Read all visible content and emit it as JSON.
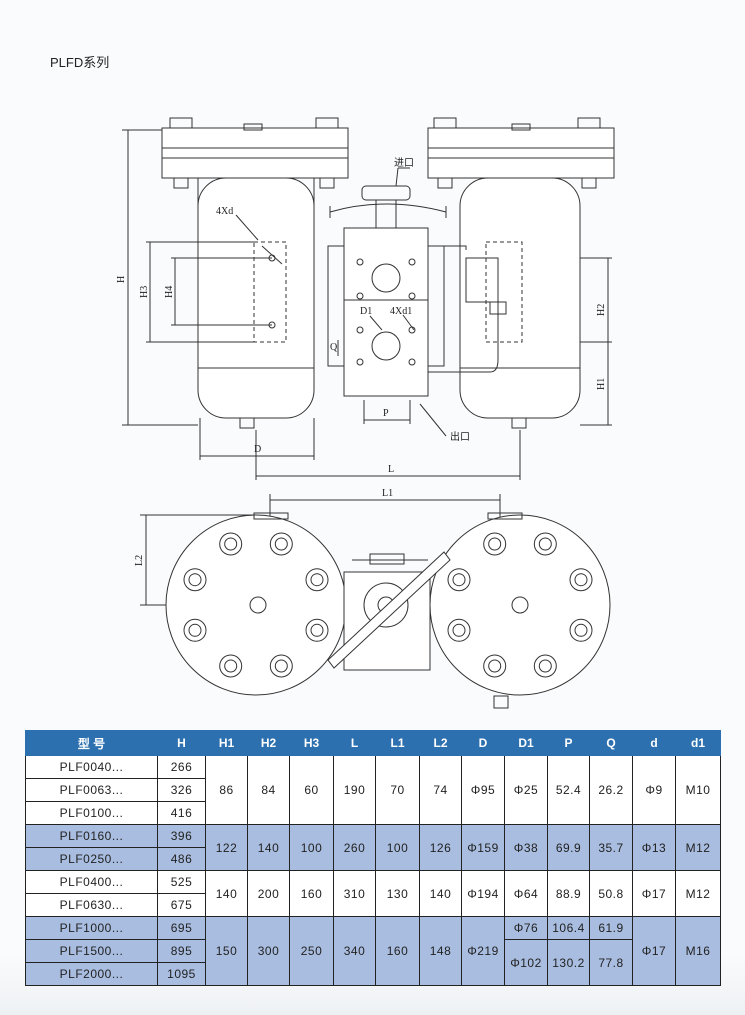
{
  "title": "PLFD系列",
  "drawing_labels": {
    "inlet": "进口",
    "outlet": "出口",
    "hole4xd": "4Xd",
    "hole4xd1": "4Xd1",
    "D1": "D1",
    "Q": "Q",
    "P": "P",
    "H": "H",
    "H1": "H1",
    "H2": "H2",
    "H3": "H3",
    "H4": "H4",
    "D": "D",
    "L": "L",
    "L1": "L1",
    "L2": "L2"
  },
  "table": {
    "headers": [
      "型 号",
      "H",
      "H1",
      "H2",
      "H3",
      "L",
      "L1",
      "L2",
      "D",
      "D1",
      "P",
      "Q",
      "d",
      "d1"
    ],
    "groups": [
      {
        "models": [
          [
            "PLF0040...",
            "266"
          ],
          [
            "PLF0063...",
            "326"
          ],
          [
            "PLF0100...",
            "416"
          ]
        ],
        "H1": "86",
        "H2": "84",
        "H3": "60",
        "L": "190",
        "L1": "70",
        "L2": "74",
        "D": "Φ95",
        "D1": [
          "Φ25"
        ],
        "P": [
          "52.4"
        ],
        "Q": [
          "26.2"
        ],
        "d": "Φ9",
        "d1": "M10"
      },
      {
        "models": [
          [
            "PLF0160...",
            "396"
          ],
          [
            "PLF0250...",
            "486"
          ]
        ],
        "H1": "122",
        "H2": "140",
        "H3": "100",
        "L": "260",
        "L1": "100",
        "L2": "126",
        "D": "Φ159",
        "D1": [
          "Φ38"
        ],
        "P": [
          "69.9"
        ],
        "Q": [
          "35.7"
        ],
        "d": "Φ13",
        "d1": "M12"
      },
      {
        "models": [
          [
            "PLF0400...",
            "525"
          ],
          [
            "PLF0630...",
            "675"
          ]
        ],
        "H1": "140",
        "H2": "200",
        "H3": "160",
        "L": "310",
        "L1": "130",
        "L2": "140",
        "D": "Φ194",
        "D1": [
          "Φ64"
        ],
        "P": [
          "88.9"
        ],
        "Q": [
          "50.8"
        ],
        "d": "Φ17",
        "d1": "M12"
      },
      {
        "models": [
          [
            "PLF1000...",
            "695"
          ],
          [
            "PLF1500...",
            "895"
          ],
          [
            "PLF2000...",
            "1095"
          ]
        ],
        "H1": "150",
        "H2": "300",
        "H3": "250",
        "L": "340",
        "L1": "160",
        "L2": "148",
        "D": "Φ219",
        "D1": [
          "Φ76",
          "Φ102"
        ],
        "P": [
          "106.4",
          "130.2"
        ],
        "Q": [
          "61.9",
          "77.8"
        ],
        "d": "Φ17",
        "d1": "M16"
      }
    ]
  }
}
